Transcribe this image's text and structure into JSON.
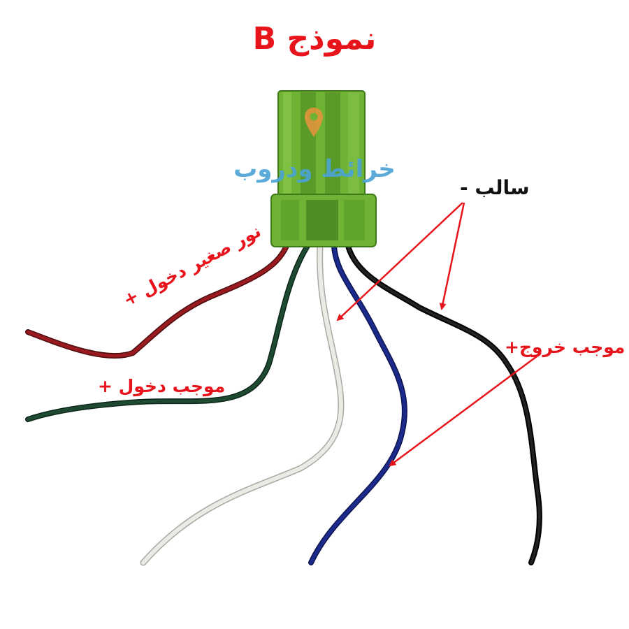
{
  "title": "نموذج B",
  "watermark": "خرائط ودروب",
  "labels": {
    "ground": "سالب -",
    "small_light_in": "نور صغير دخول +",
    "positive_in": "موجب دخول +",
    "positive_out": "موجب خروج+"
  },
  "colors": {
    "label_red": "#e8141c",
    "label_black": "#111111",
    "connector_green": "#6fb334",
    "wire_red": "#9a1b1f",
    "wire_green": "#1f4a32",
    "wire_white": "#eceae4",
    "wire_blue": "#1c2a8c",
    "wire_black": "#111111",
    "watermark_blue": "#4aa3d6",
    "pin_orange": "#e8943c"
  },
  "icons": [
    "location-pin-icon"
  ]
}
